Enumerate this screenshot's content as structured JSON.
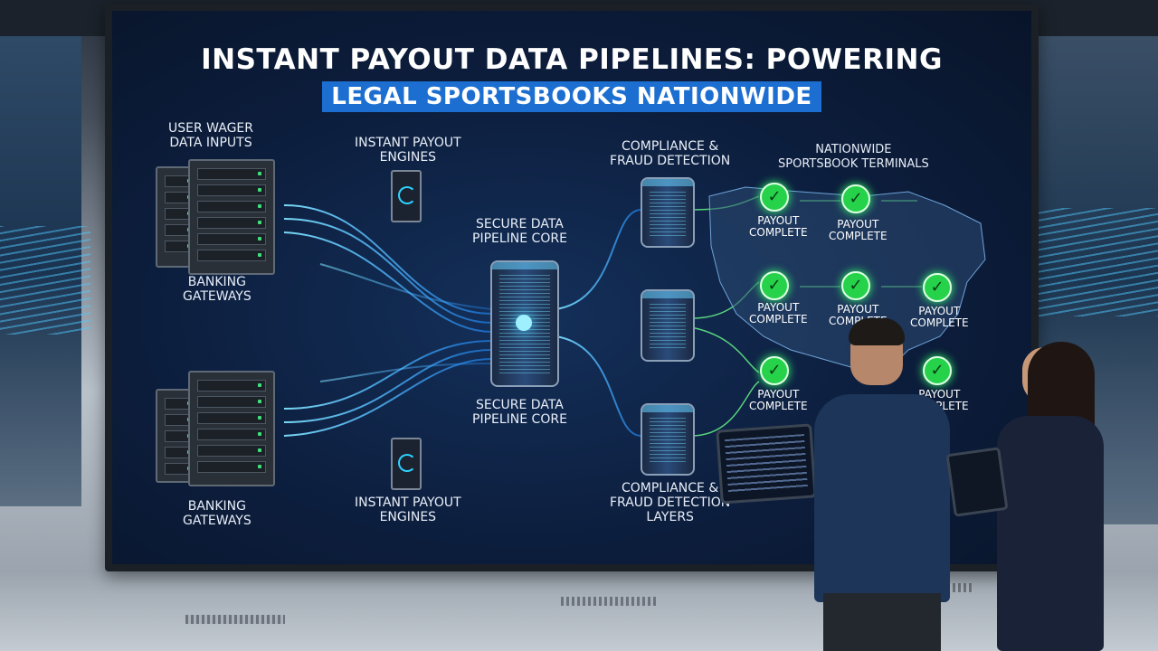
{
  "board": {
    "title_line1": "INSTANT PAYOUT DATA PIPELINES: POWERING",
    "title_line2": "LEGAL SPORTSBOOKS NATIONWIDE"
  },
  "labels": {
    "user_wager": [
      "USER WAGER",
      "DATA INPUTS"
    ],
    "banking_top": [
      "BANKING",
      "GATEWAYS"
    ],
    "banking_bottom": [
      "BANKING",
      "GATEWAYS"
    ],
    "payout_engines_top": [
      "INSTANT PAYOUT",
      "ENGINES"
    ],
    "payout_engines_bottom": [
      "INSTANT PAYOUT",
      "ENGINES"
    ],
    "pipeline_top": [
      "SECURE DATA",
      "PIPELINE CORE"
    ],
    "pipeline_bottom": [
      "SECURE DATA",
      "PIPELINE CORE"
    ],
    "compliance_top": [
      "COMPLIANCE &",
      "FRAUD DETECTION"
    ],
    "compliance_bottom": [
      "COMPLIANCE &",
      "FRAUD DETECTION",
      "LAYERS"
    ],
    "terminals": [
      "NATIONWIDE",
      "SPORTSBOOK TERMINALS"
    ]
  },
  "payout_status": {
    "line1": "PAYOUT",
    "line2": "COMPLETE"
  },
  "colors": {
    "accent_blue": "#1c6fd1",
    "check_green": "#26d24a",
    "screen_bg": "#0c1d3c"
  },
  "icons": [
    "check-icon",
    "server-icon",
    "pipeline-cylinder-icon",
    "payout-engine-icon",
    "map-pin-icon"
  ]
}
